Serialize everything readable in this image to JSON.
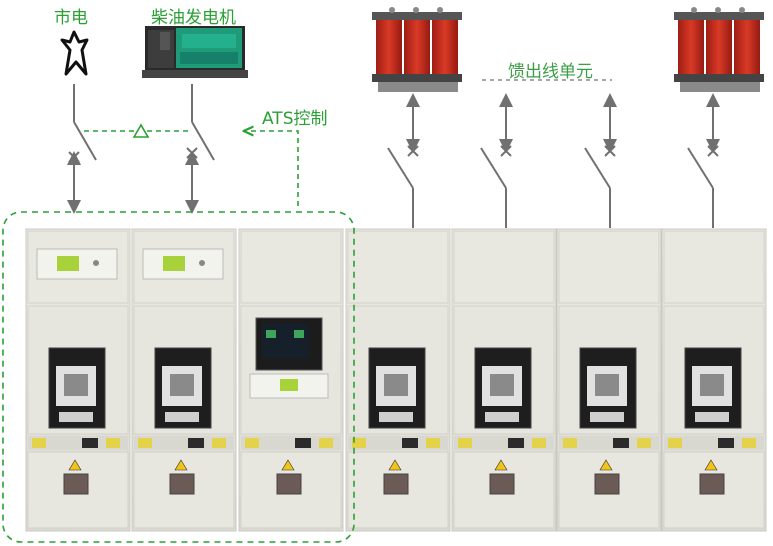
{
  "labels": {
    "utility": "市电",
    "generator": "柴油发电机",
    "ats": "ATS控制",
    "feeder": "馈出线单元"
  },
  "colors": {
    "accent_green": "#2aa035",
    "line_gray": "#707070",
    "cabinet": "#e4e3dc",
    "transformer_red": "#c3281c",
    "screen_green": "#a8d23a"
  }
}
